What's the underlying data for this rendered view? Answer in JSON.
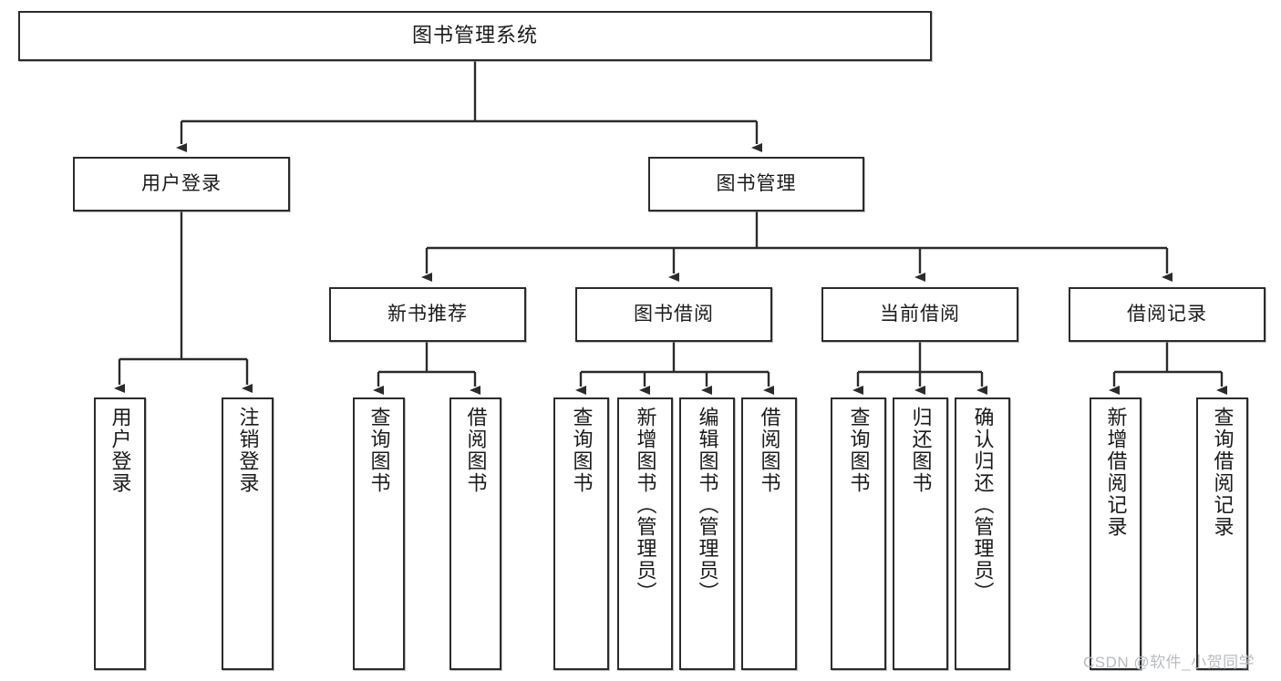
{
  "diagram": {
    "title": "图书管理系统",
    "type": "tree-hierarchy",
    "colors": {
      "border": "#2b2b2b",
      "background": "#ffffff",
      "text": "#1a1a1a",
      "edge": "#2b2b2b",
      "watermark": "#b9bcc0"
    },
    "nodes": {
      "root": {
        "label": "图书管理系统"
      },
      "level2": [
        {
          "label": "用户登录"
        },
        {
          "label": "图书管理"
        }
      ],
      "level3": [
        {
          "label": "新书推荐"
        },
        {
          "label": "图书借阅"
        },
        {
          "label": "当前借阅"
        },
        {
          "label": "借阅记录"
        }
      ],
      "leaves": {
        "user_login": [
          {
            "label": "用户登录"
          },
          {
            "label": "注销登录"
          }
        ],
        "new_books": [
          {
            "label": "查询图书"
          },
          {
            "label": "借阅图书"
          }
        ],
        "book_borrow": [
          {
            "label": "查询图书"
          },
          {
            "label": "新增图书（管理员）"
          },
          {
            "label": "编辑图书（管理员）"
          },
          {
            "label": "借阅图书"
          }
        ],
        "current_borrow": [
          {
            "label": "查询图书"
          },
          {
            "label": "归还图书"
          },
          {
            "label": "确认归还（管理员）"
          }
        ],
        "borrow_records": [
          {
            "label": "新增借阅记录"
          },
          {
            "label": "查询借阅记录"
          }
        ]
      }
    }
  },
  "watermark": {
    "text": "CSDN @软件_小贺同学"
  }
}
